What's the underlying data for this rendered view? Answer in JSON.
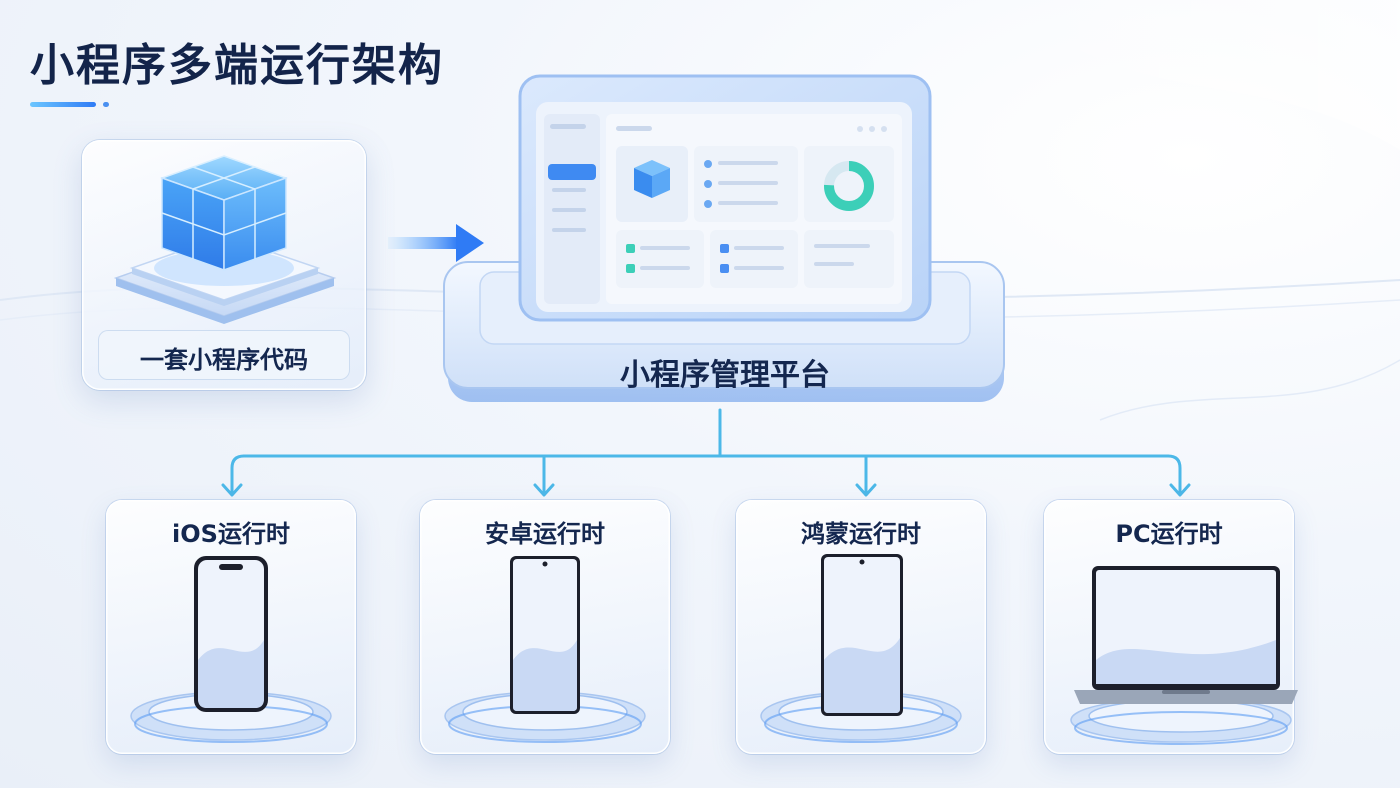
{
  "title": "小程序多端运行架构",
  "source": {
    "label": "一套小程序代码"
  },
  "platform": {
    "label": "小程序管理平台"
  },
  "runtimes": [
    {
      "label": "iOS运行时",
      "device": "iphone-icon"
    },
    {
      "label": "安卓运行时",
      "device": "android-phone-icon"
    },
    {
      "label": "鸿蒙运行时",
      "device": "harmony-phone-icon"
    },
    {
      "label": "PC运行时",
      "device": "laptop-icon"
    }
  ],
  "colors": {
    "title": "#13244a",
    "accent": "#2f7bf5",
    "connector": "#4cb8e8",
    "teal": "#3ccfb8"
  }
}
